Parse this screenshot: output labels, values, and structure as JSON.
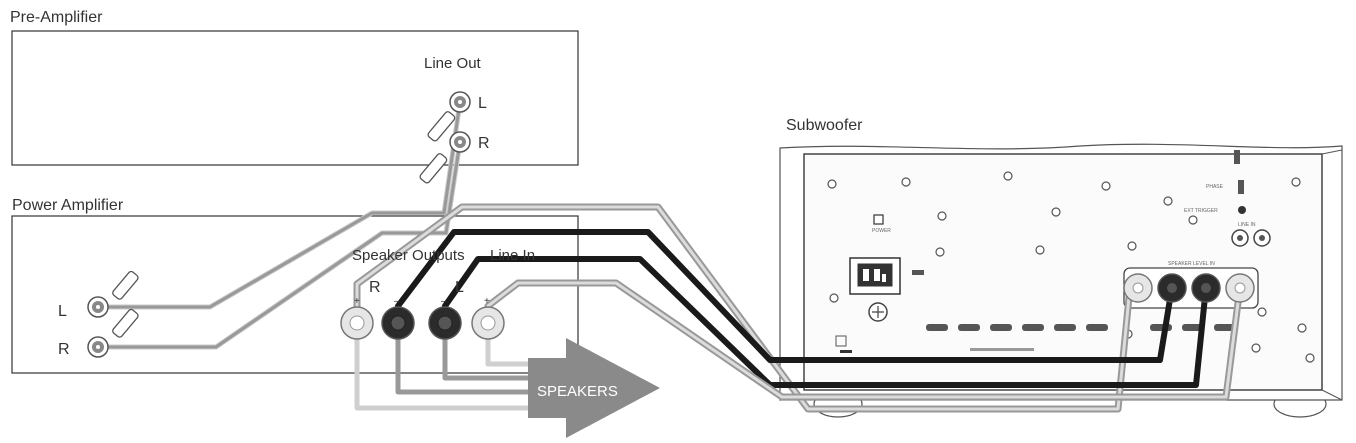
{
  "preamp": {
    "title": "Pre-Amplifier",
    "line_out": "Line Out",
    "left": "L",
    "right": "R"
  },
  "poweramp": {
    "title": "Power Amplifier",
    "left": "L",
    "right": "R",
    "speaker_outputs": "Speaker Outputs",
    "line_in": "Line In",
    "ch_right": "R",
    "ch_left": "L",
    "plus": "+",
    "minus": "–"
  },
  "subwoofer": {
    "title": "Subwoofer",
    "power_label": "POWER",
    "speaker_level_in": "SPEAKER LEVEL IN",
    "line_in": "LINE IN",
    "phase": "PHASE",
    "ext": "EXT TRIGGER"
  },
  "speakers": {
    "label": "SPEAKERS"
  },
  "colors": {
    "cable_light": "#c9c9c9",
    "cable_mid": "#999999",
    "cable_dark": "#1a1a1a",
    "arrow": "#8a8a8a"
  }
}
